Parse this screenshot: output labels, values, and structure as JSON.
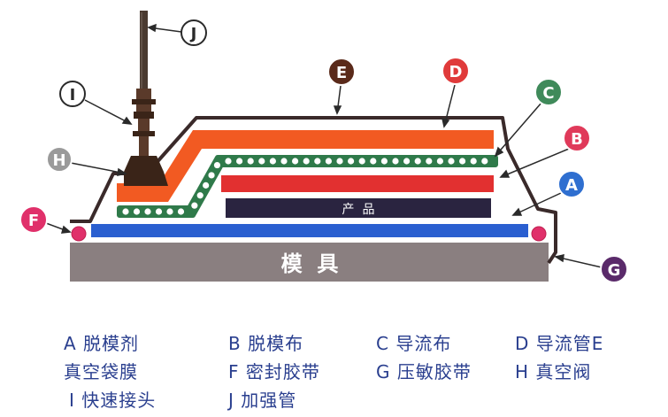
{
  "diagram": {
    "mold_label": "模  具",
    "product_label": "产  品",
    "markers": {
      "A": "A",
      "B": "B",
      "C": "C",
      "D": "D",
      "E": "E",
      "F": "F",
      "G": "G",
      "H": "H",
      "I": "I",
      "J": "J"
    },
    "colors": {
      "marker_red": "#e03a5a",
      "marker_blue": "#2f6fd0",
      "marker_green": "#3f8a5a",
      "marker_dark": "#5a2a1a",
      "marker_gray": "#9a9a9a",
      "marker_purple": "#5a2a6a",
      "mold": "#8a7f80",
      "release_agent": "#2a5fd0",
      "release_cloth": "#e23030",
      "flow_mesh": "#2f7a4a",
      "flow_tube": "#f25a22",
      "product": "#2a2440",
      "bag": "#3a2a2a"
    }
  },
  "legend": {
    "rows": [
      [
        "A  脱模剂",
        "B 脱模布",
        "C 导流布",
        "D 导流管E"
      ],
      [
        "真空袋膜",
        "F  密封胶带",
        "G 压敏胶带",
        "H 真空阀"
      ],
      [
        "I  快速接头",
        "J  加强管"
      ]
    ]
  }
}
